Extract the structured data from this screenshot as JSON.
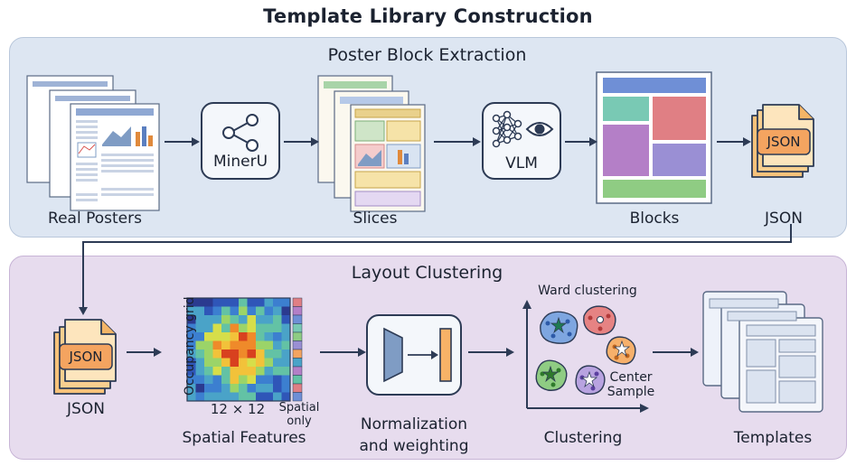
{
  "title": "Template Library Construction",
  "stage1": {
    "title": "Poster Block Extraction",
    "real_posters": "Real Posters",
    "mineru": "MinerU",
    "slices": "Slices",
    "vlm": "VLM",
    "blocks": "Blocks",
    "json_doc": "JSON",
    "json_label": "JSON"
  },
  "stage2": {
    "title": "Layout Clustering",
    "json_doc": "JSON",
    "json_label": "JSON",
    "occupancy": "Occupancy grid",
    "grid_size": "12 × 12",
    "spatial_only": "Spatial\nonly",
    "spatial_features": "Spatial Features",
    "normalization": "Normalization\nand weighting",
    "ward": "Ward clustering",
    "center_sample": "Center\nSample",
    "clustering": "Clustering",
    "templates": "Templates"
  },
  "colors": {
    "panel_top": "#dde6f2",
    "panel_bottom": "#e7dcee",
    "json_orange": "#f4a460",
    "arrow": "#2d3b55"
  }
}
